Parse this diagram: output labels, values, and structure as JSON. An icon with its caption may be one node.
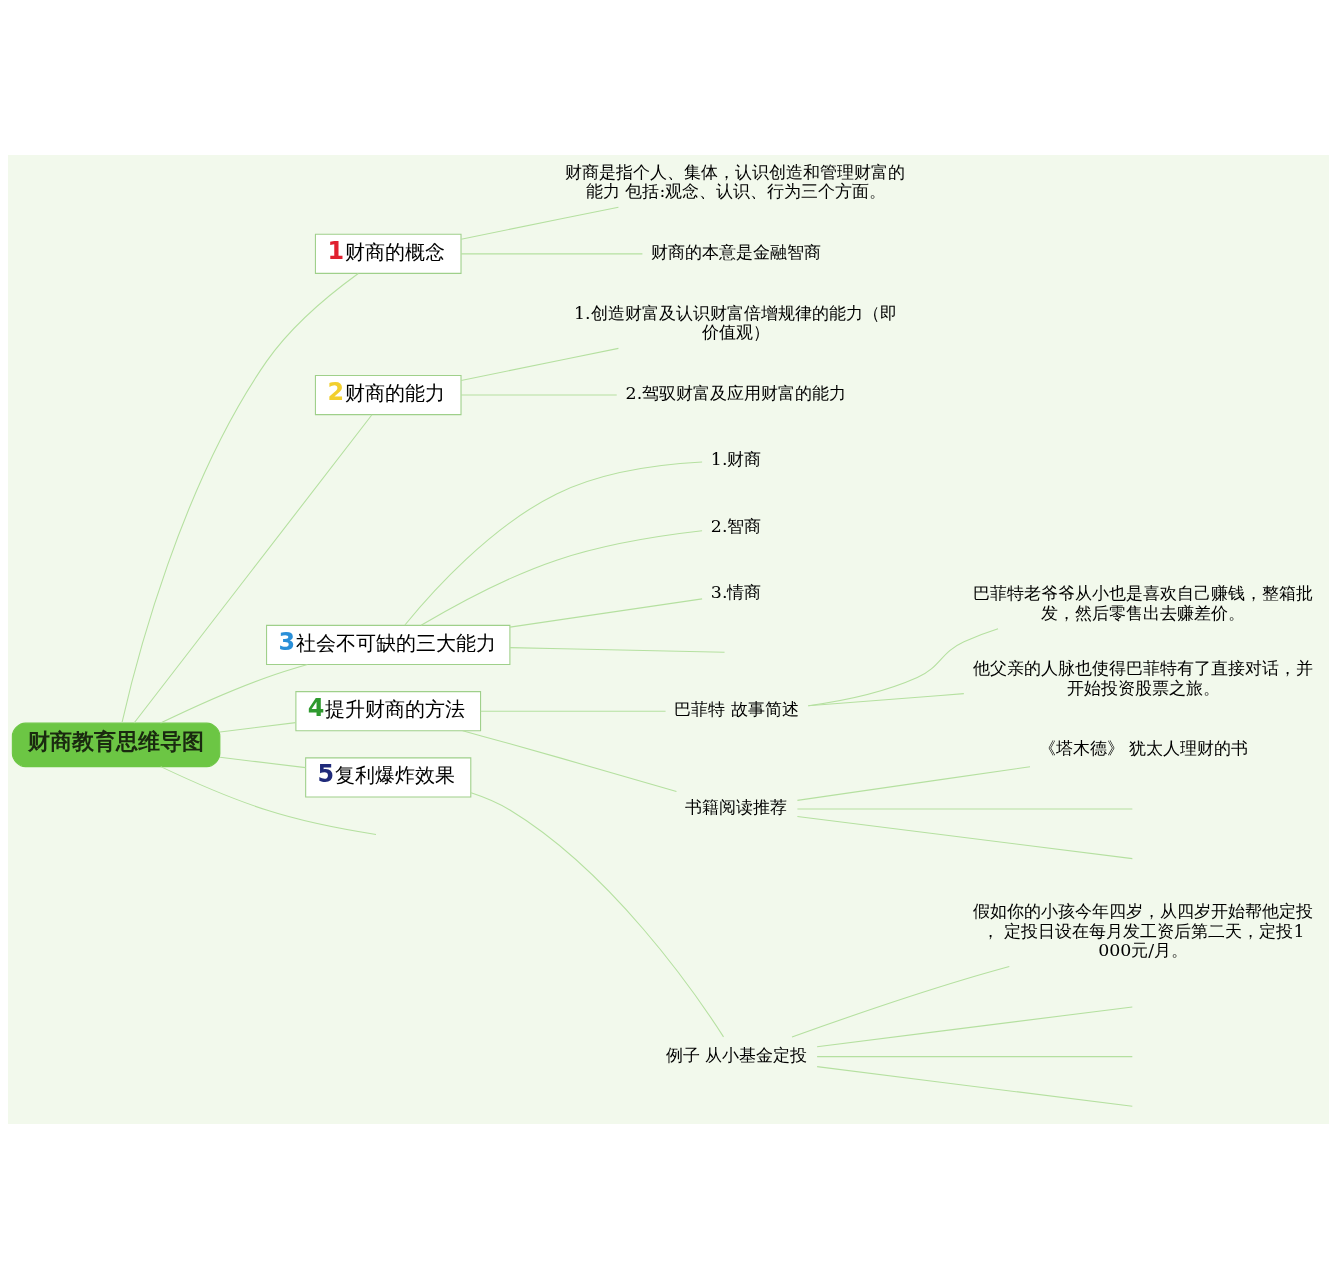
{
  "diagram": {
    "nodes": [
      {
        "text": [
          "财商教育思维导图"
        ]
      },
      {
        "text": [
          "1",
          "财商的概念"
        ]
      },
      {
        "text": [
          "财商是指个人、集体，认识创造和管理财富的能力 包括:观念、认识、行为三个方面。"
        ]
      },
      {
        "text": [
          "财商的本意是金融智商"
        ]
      },
      {
        "text": [
          "2",
          "财商的能力"
        ]
      },
      {
        "text": [
          "1.创造财富及认识财富倍增规律的能力（即价值观）"
        ]
      },
      {
        "text": [
          "2.驾驭财富及应用财富的能力"
        ]
      },
      {
        "text": [
          "3",
          "社会不可缺的三大能力"
        ]
      },
      {
        "text": [
          "1.财商"
        ]
      },
      {
        "text": [
          "2.智商"
        ]
      },
      {
        "text": [
          "3.情商"
        ]
      },
      {
        "text": [
          "4",
          "提升财商的方法"
        ]
      },
      {
        "text": [
          "巴菲特 故事简述"
        ]
      },
      {
        "text": [
          "巴菲特老爷爷从小也是喜欢自己赚钱，整箱批发，然后零售出去赚差价。"
        ]
      },
      {
        "text": [
          "他父亲的人脉也使得巴菲特有了直接对话，并开始投资股票之旅。"
        ]
      },
      {
        "text": [
          "书籍阅读推荐"
        ]
      },
      {
        "text": [
          "《塔木德》 犹太人理财的书"
        ]
      },
      {
        "text": [
          "5",
          "复利爆炸效果"
        ]
      },
      {
        "text": [
          "例子 从小基金定投"
        ]
      },
      {
        "text": [
          "假如你的小孩今年四岁，从四岁开始帮他定投， 定投日设在每月发工资后第二天，定投1000元/月。"
        ]
      }
    ],
    "edges": [
      {
        "from": 0,
        "to": 1,
        "arrow": "none"
      },
      {
        "from": 1,
        "to": 2,
        "arrow": "none"
      },
      {
        "from": 1,
        "to": 3,
        "arrow": "none"
      },
      {
        "from": 0,
        "to": 4,
        "arrow": "none"
      },
      {
        "from": 4,
        "to": 5,
        "arrow": "none"
      },
      {
        "from": 4,
        "to": 6,
        "arrow": "none"
      },
      {
        "from": 0,
        "to": 7,
        "arrow": "none"
      },
      {
        "from": 7,
        "to": 8,
        "arrow": "none"
      },
      {
        "from": 7,
        "to": 9,
        "arrow": "none"
      },
      {
        "from": 7,
        "to": 10,
        "arrow": "none"
      },
      {
        "from": 7,
        "to": null,
        "arrow": "none"
      },
      {
        "from": 0,
        "to": 11,
        "arrow": "none"
      },
      {
        "from": 11,
        "to": 12,
        "arrow": "none"
      },
      {
        "from": 12,
        "to": 13,
        "arrow": "none"
      },
      {
        "from": 12,
        "to": 14,
        "arrow": "none"
      },
      {
        "from": 11,
        "to": 15,
        "arrow": "none"
      },
      {
        "from": 15,
        "to": 16,
        "arrow": "none"
      },
      {
        "from": 15,
        "to": null,
        "arrow": "none"
      },
      {
        "from": 15,
        "to": null,
        "arrow": "none"
      },
      {
        "from": 0,
        "to": 17,
        "arrow": "none"
      },
      {
        "from": 17,
        "to": 18,
        "arrow": "none"
      },
      {
        "from": 18,
        "to": 19,
        "arrow": "none"
      },
      {
        "from": 18,
        "to": null,
        "arrow": "none"
      },
      {
        "from": 18,
        "to": null,
        "arrow": "none"
      },
      {
        "from": 18,
        "to": null,
        "arrow": "none"
      },
      {
        "from": 0,
        "to": null,
        "arrow": "none"
      }
    ]
  }
}
